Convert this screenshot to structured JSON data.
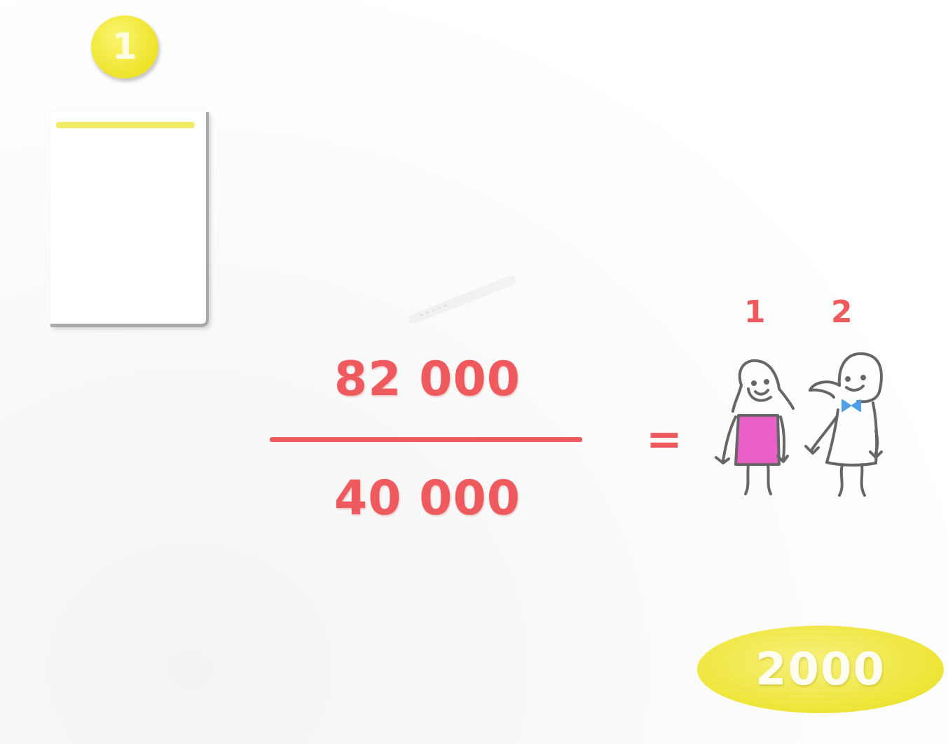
{
  "step_badge": "1",
  "fraction": {
    "numerator": "82 000",
    "denominator": "40 000"
  },
  "equals_sign": "=",
  "figures": {
    "label_1": "1",
    "label_2": "2"
  },
  "year_badge": "2000",
  "colors": {
    "accent_red": "#ef5a5e",
    "badge_yellow": "#efe63c",
    "figure_dress": "#e860c8",
    "figure_bowtie": "#4f9ee8"
  }
}
